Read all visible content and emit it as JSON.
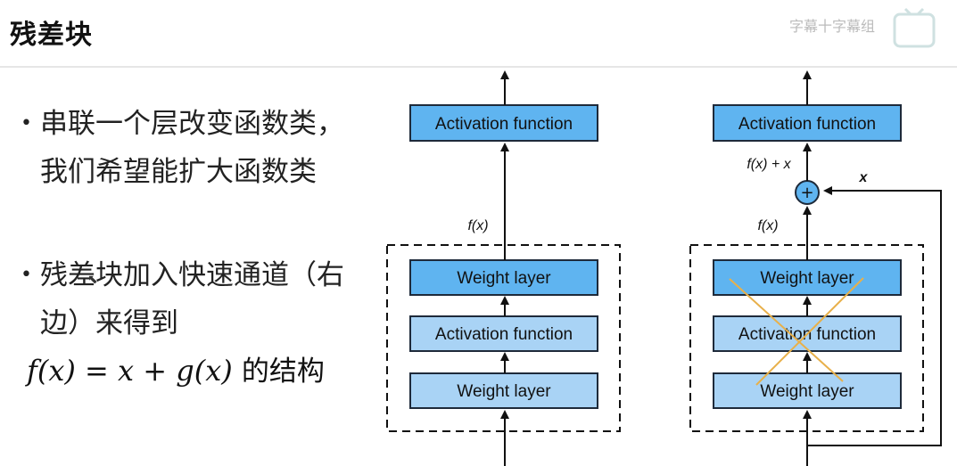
{
  "slide": {
    "title": "残差块",
    "bullets": [
      "串联一个层改变函数类，我们希望能扩大函数类",
      "残差块加入快速通道（右边）来得到"
    ],
    "formula": {
      "expr": "f(x) = x + g(x)",
      "suffix": "的结构"
    },
    "watermark": "字幕十字幕组"
  },
  "diagram_left": {
    "top_box": "Activation function",
    "output_label": "f(x)",
    "layers": [
      "Weight layer",
      "Activation function",
      "Weight layer"
    ]
  },
  "diagram_right": {
    "top_box": "Activation function",
    "sum_label": "f(x) + x",
    "skip_label": "x",
    "plus_symbol": "+",
    "output_label": "f(x)",
    "layers": [
      "Weight layer",
      "Activation function",
      "Weight layer"
    ]
  },
  "colors": {
    "dark_box": "#5fb4f0",
    "light_box": "#a9d3f5",
    "box_border": "#1e2a3a",
    "cross": "#e8b04a"
  }
}
